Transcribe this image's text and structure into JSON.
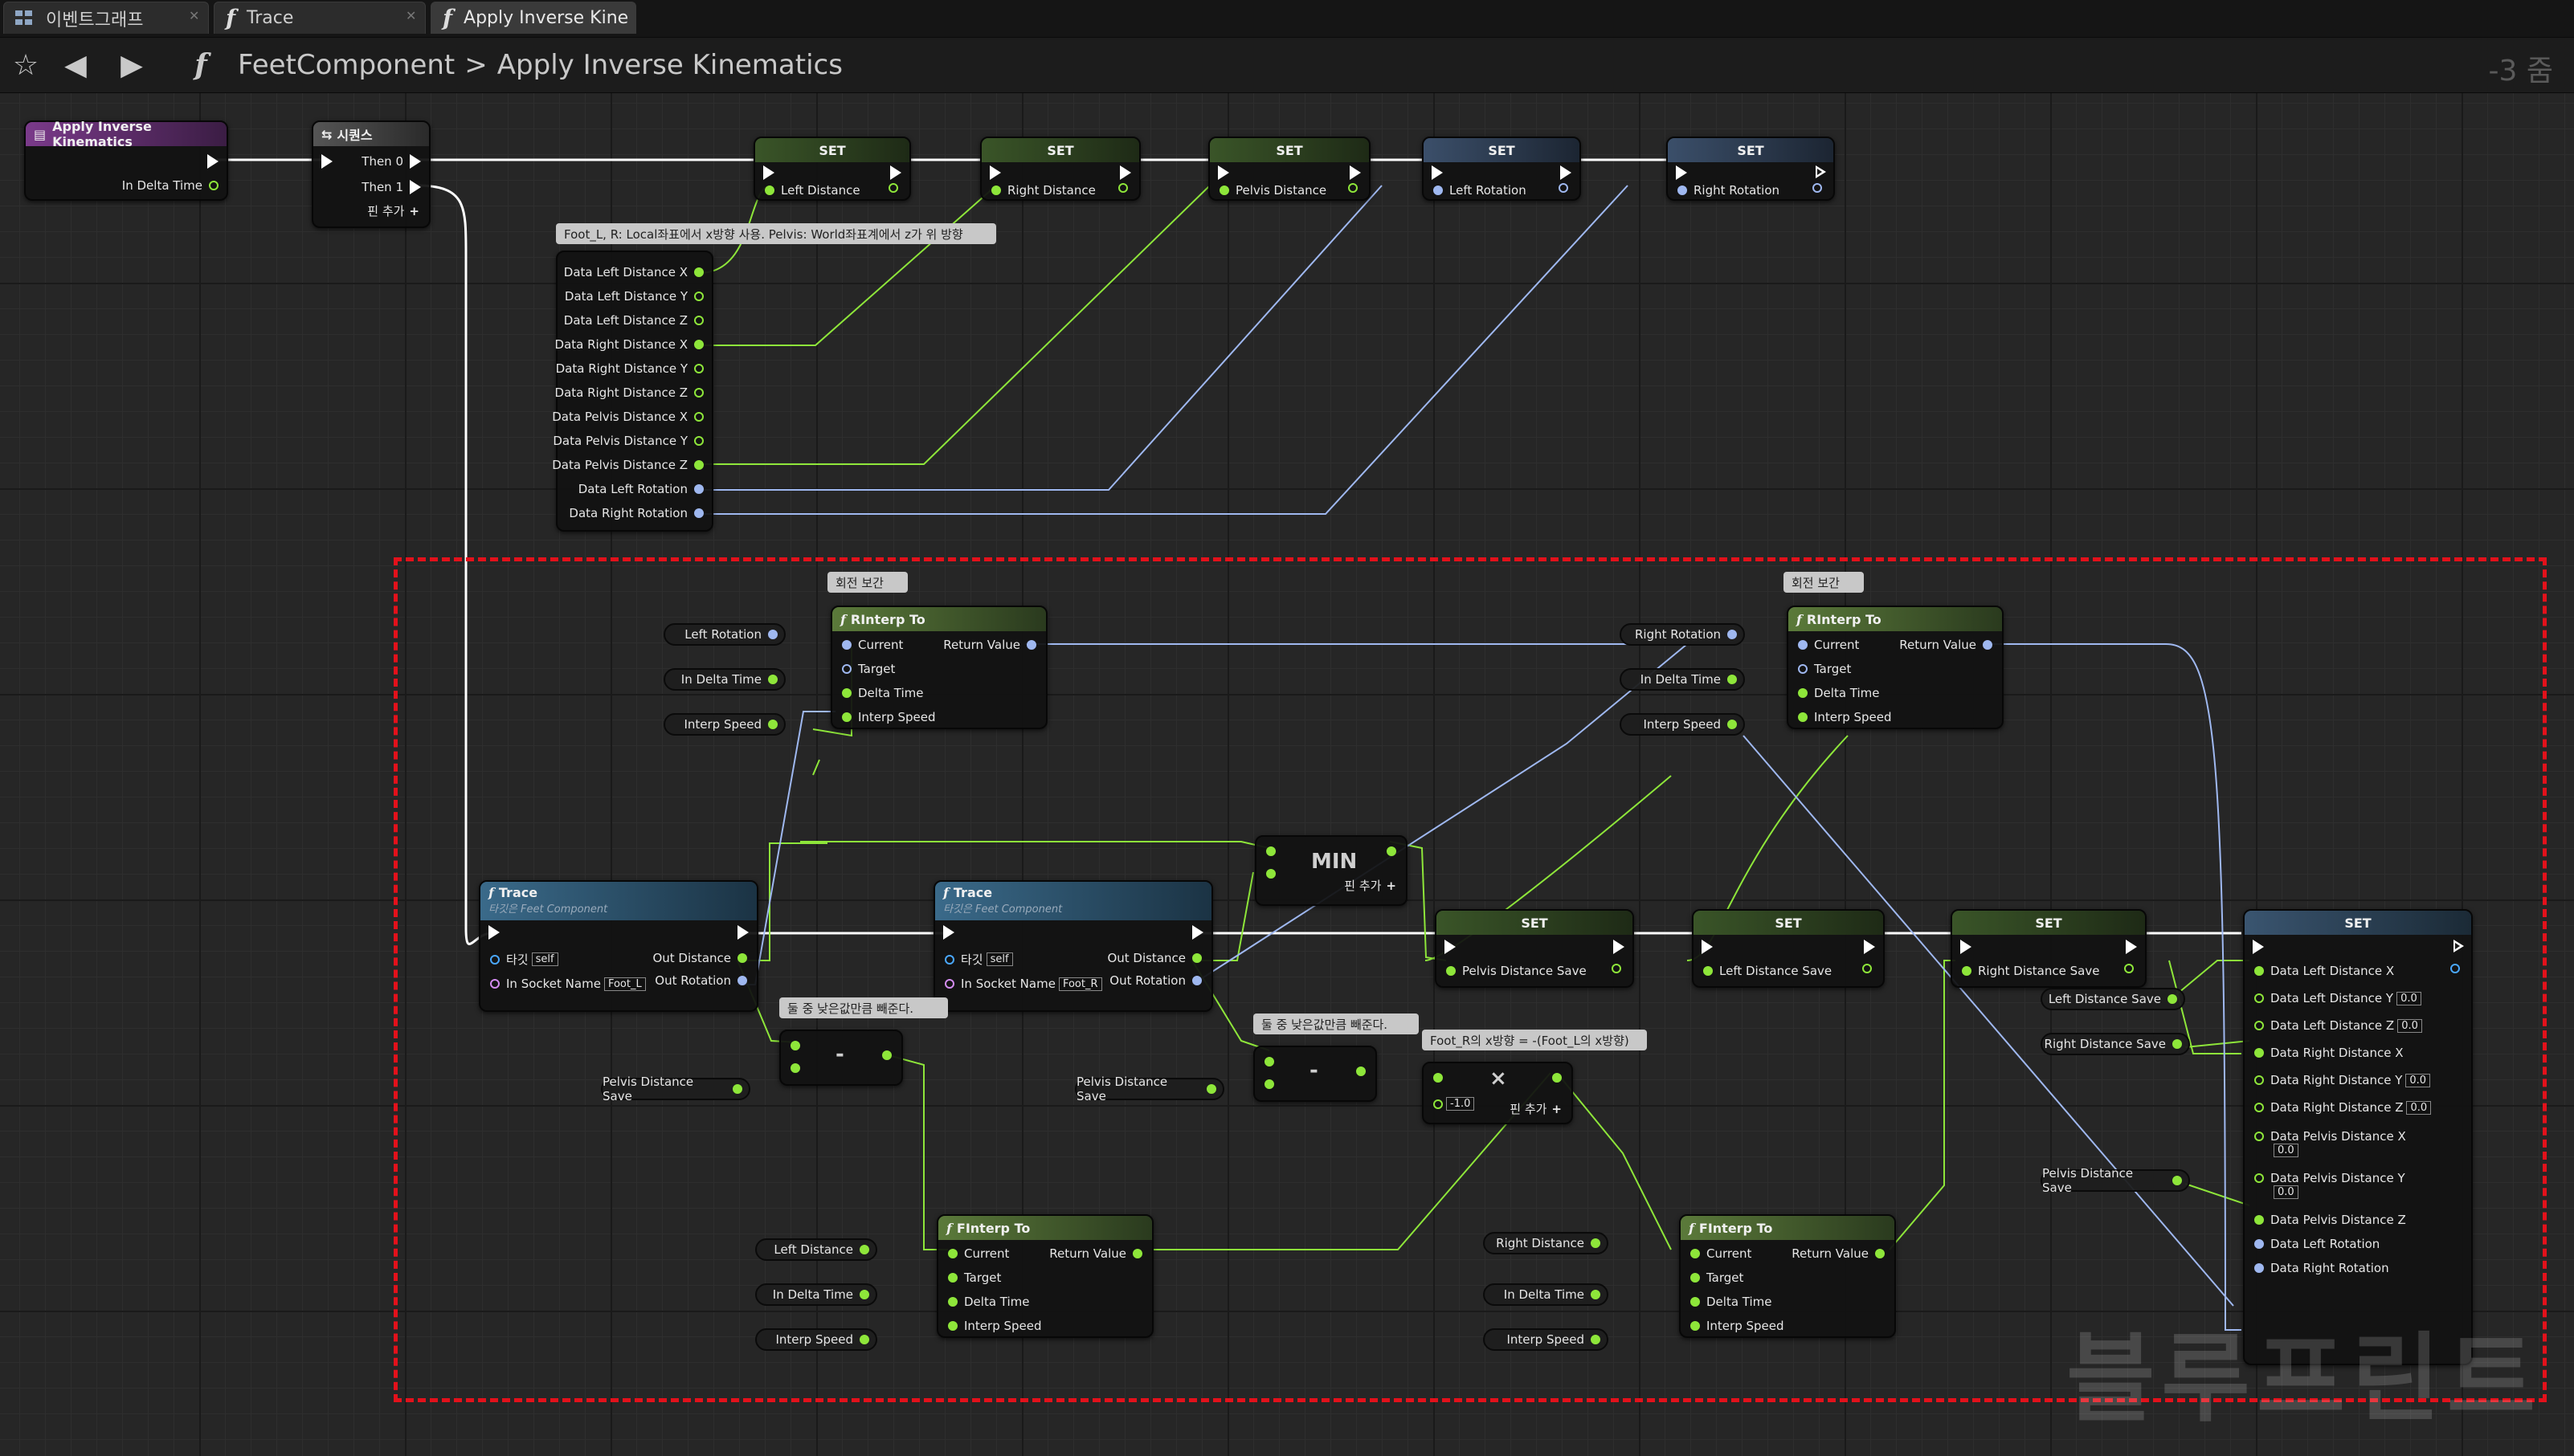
{
  "tabs": [
    {
      "label": "이벤트그래프",
      "icon": "event-graph-icon"
    },
    {
      "label": "Trace",
      "icon": "function-icon"
    },
    {
      "label": "Apply Inverse Kine",
      "icon": "function-icon"
    }
  ],
  "toolbar": {
    "breadcrumb_parent": "FeetComponent",
    "breadcrumb_sep": ">",
    "breadcrumb_current": "Apply Inverse Kinematics",
    "zoom": "-3 줌"
  },
  "entry": {
    "title": "Apply Inverse Kinematics",
    "pin_delta": "In Delta Time"
  },
  "sequence": {
    "title": "시퀀스",
    "then0": "Then 0",
    "then1": "Then 1",
    "add_pin": "핀 추가"
  },
  "set_nodes": [
    {
      "title": "SET",
      "pin": "Left Distance"
    },
    {
      "title": "SET",
      "pin": "Right Distance"
    },
    {
      "title": "SET",
      "pin": "Pelvis Distance"
    },
    {
      "title": "SET",
      "pin": "Left Rotation"
    },
    {
      "title": "SET",
      "pin": "Right Rotation"
    }
  ],
  "top_comment": "Foot_L, R: Local좌표에서 x방향 사용. Pelvis: World좌표계에서 z가 위 방향",
  "break_pins": [
    "Data Left Distance X",
    "Data Left Distance Y",
    "Data Left Distance Z",
    "Data Right Distance X",
    "Data Right Distance Y",
    "Data Right Distance Z",
    "Data Pelvis Distance X",
    "Data Pelvis Distance Y",
    "Data Pelvis Distance Z",
    "Data Left Rotation",
    "Data Right Rotation"
  ],
  "rinterp_left": {
    "comment": "회전 보간",
    "title": "RInterp To",
    "current": "Current",
    "target": "Target",
    "delta": "Delta Time",
    "speed": "Interp Speed",
    "ret": "Return Value"
  },
  "rinterp_right": {
    "comment": "회전 보간",
    "title": "RInterp To",
    "current": "Current",
    "target": "Target",
    "delta": "Delta Time",
    "speed": "Interp Speed",
    "ret": "Return Value"
  },
  "vars": {
    "left_rotation": "Left Rotation",
    "in_delta_time": "In Delta Time",
    "interp_speed": "Interp Speed",
    "right_rotation": "Right Rotation",
    "pelvis_distance_save": "Pelvis Distance Save",
    "left_distance": "Left Distance",
    "right_distance": "Right Distance",
    "left_distance_save": "Left Distance Save",
    "right_distance_save": "Right Distance Save"
  },
  "trace_left": {
    "title": "Trace",
    "subtitle": "타깃은 Feet Component",
    "target": "타깃",
    "target_val": "self",
    "socket": "In Socket Name",
    "socket_val": "Foot_L",
    "out_dist": "Out Distance",
    "out_rot": "Out Rotation"
  },
  "trace_right": {
    "title": "Trace",
    "subtitle": "타깃은 Feet Component",
    "target": "타깃",
    "target_val": "self",
    "socket": "In Socket Name",
    "socket_val": "Foot_R",
    "out_dist": "Out Distance",
    "out_rot": "Out Rotation"
  },
  "min_node": {
    "label": "MIN",
    "add_pin": "핀 추가"
  },
  "sub_comment_1": "둘 중 낮은값만큼 빼준다.",
  "sub_comment_2": "둘 중 낮은값만큼 빼준다.",
  "mult_comment": "Foot_R의 x방향 = -(Foot_L의 x방향)",
  "mult_node": {
    "value": "-1.0",
    "add_pin": "핀 추가",
    "op": "×"
  },
  "minus_label": "-",
  "set_save": [
    {
      "title": "SET",
      "pin": "Pelvis Distance Save"
    },
    {
      "title": "SET",
      "pin": "Left Distance Save"
    },
    {
      "title": "SET",
      "pin": "Right Distance Save"
    }
  ],
  "finterp_left": {
    "title": "FInterp To",
    "current": "Current",
    "target": "Target",
    "delta": "Delta Time",
    "speed": "Interp Speed",
    "ret": "Return Value"
  },
  "finterp_right": {
    "title": "FInterp To",
    "current": "Current",
    "target": "Target",
    "delta": "Delta Time",
    "speed": "Interp Speed",
    "ret": "Return Value"
  },
  "final_set": {
    "title": "SET",
    "pins": [
      {
        "label": "Data Left Distance X",
        "val": ""
      },
      {
        "label": "Data Left Distance Y",
        "val": "0.0"
      },
      {
        "label": "Data Left Distance Z",
        "val": "0.0"
      },
      {
        "label": "Data Right Distance X",
        "val": ""
      },
      {
        "label": "Data Right Distance Y",
        "val": "0.0"
      },
      {
        "label": "Data Right Distance Z",
        "val": "0.0"
      },
      {
        "label": "Data Pelvis Distance X",
        "val": "0.0"
      },
      {
        "label": "Data Pelvis Distance Y",
        "val": "0.0"
      },
      {
        "label": "Data Pelvis Distance Z",
        "val": ""
      },
      {
        "label": "Data Left Rotation",
        "val": ""
      },
      {
        "label": "Data Right Rotation",
        "val": ""
      }
    ]
  },
  "watermark": "블루프린트",
  "colors": {
    "float_wire": "#8ee63a",
    "rotator_wire": "#9fb8f0",
    "exec_wire": "#ffffff",
    "selection": "#e3111b"
  }
}
